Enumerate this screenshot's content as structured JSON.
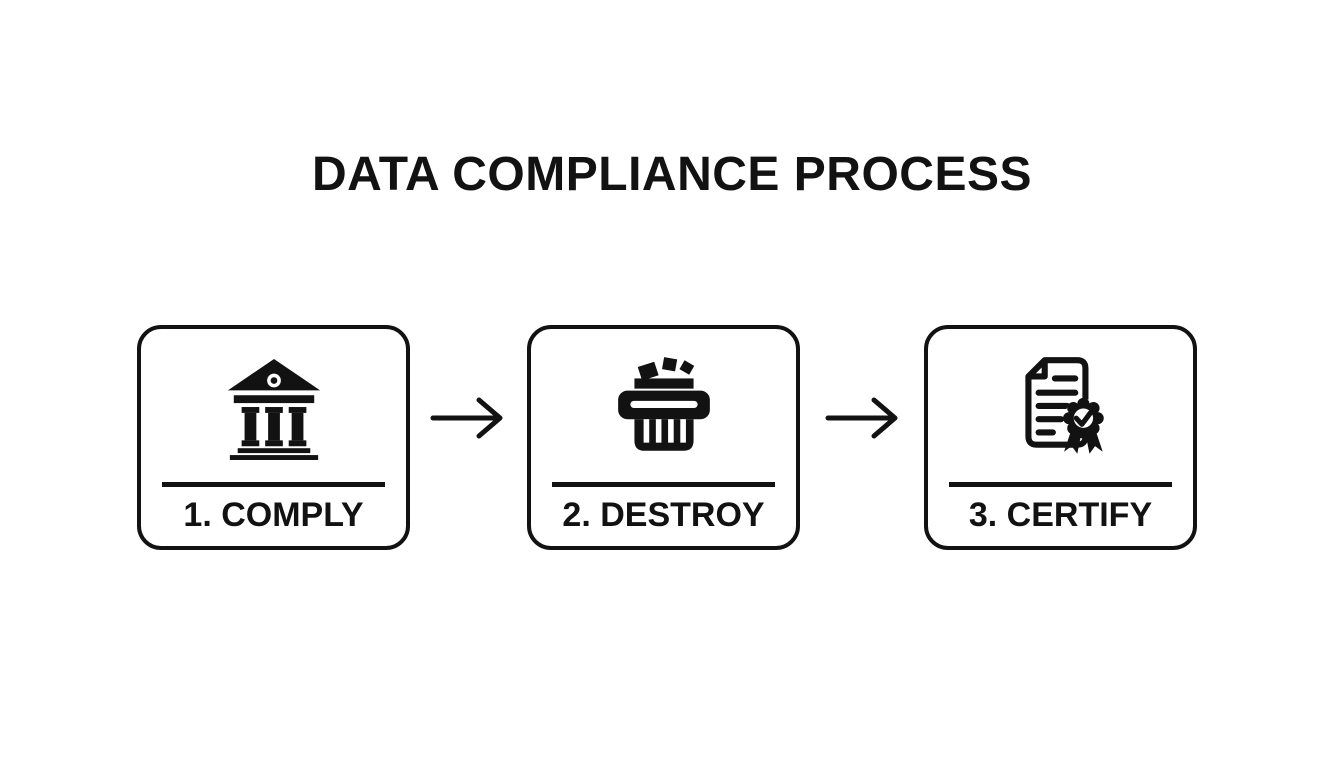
{
  "title": "DATA COMPLIANCE PROCESS",
  "steps": [
    {
      "label": "1. COMPLY",
      "icon": "bank-icon"
    },
    {
      "label": "2. DESTROY",
      "icon": "shredder-icon"
    },
    {
      "label": "3. CERTIFY",
      "icon": "certificate-icon"
    }
  ],
  "colors": {
    "background": "#ffffff",
    "ink": "#121212"
  }
}
